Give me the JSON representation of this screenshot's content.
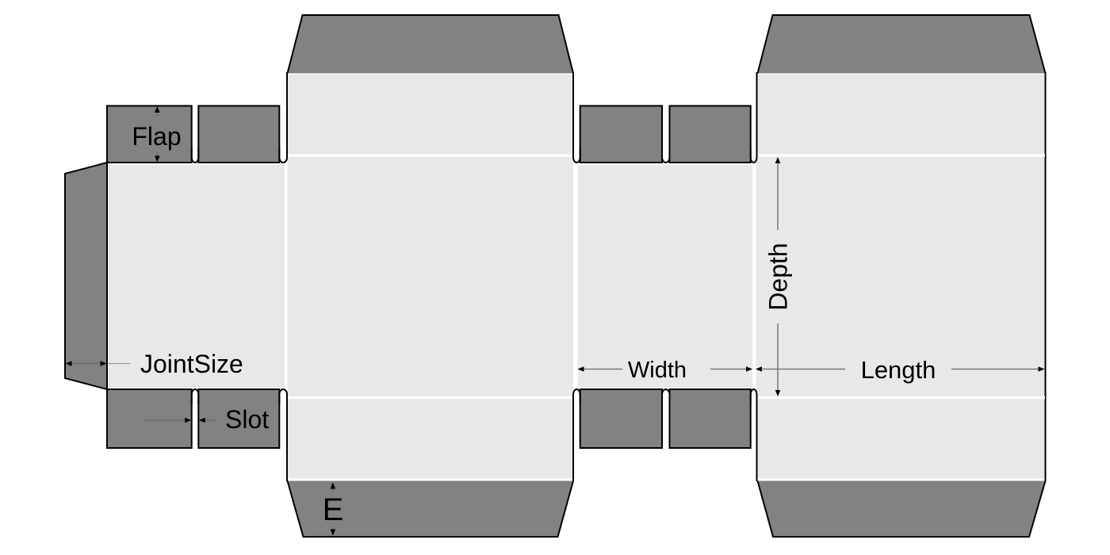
{
  "diagram": {
    "labels": {
      "flap": "Flap",
      "joint_size": "JointSize",
      "slot": "Slot",
      "e": "E",
      "width": "Width",
      "depth": "Depth",
      "length": "Length"
    },
    "colors": {
      "background": "#ffffff",
      "panel_fill": "#e8e8e8",
      "flap_fill": "#828282",
      "outline": "#000000",
      "fold_line": "#ffffff",
      "dimension_line": "#666666"
    }
  }
}
